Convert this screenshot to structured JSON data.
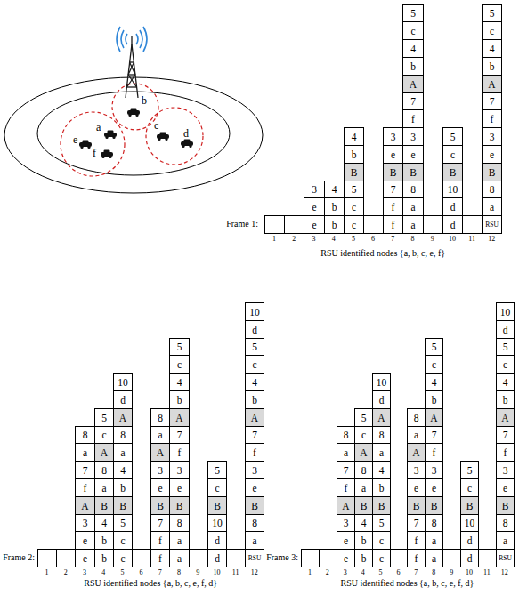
{
  "diagram": {
    "labels": [
      "b",
      "a",
      "c",
      "d",
      "e",
      "f",
      "Frame 1:",
      "e",
      "e",
      "3",
      "b",
      "b",
      "4",
      "c",
      "c",
      "5",
      "B",
      "b",
      "4",
      "f",
      "f",
      "7",
      "B",
      "e",
      "3",
      "a",
      "a",
      "8",
      "B",
      "e",
      "3",
      "f",
      "7",
      "A",
      "b",
      "4",
      "c",
      "5",
      "d",
      "d",
      "10",
      "B",
      "c",
      "5",
      "RSU",
      "a",
      "8",
      "B",
      "e",
      "3",
      "f",
      "7",
      "A",
      "b",
      "4",
      "c",
      "5",
      "1",
      "2",
      "3",
      "4",
      "5",
      "6",
      "7",
      "8",
      "9",
      "10",
      "11",
      "12",
      "RSU identified nodes {a, b, c, e, f}",
      "Frame 2:",
      "e",
      "e",
      "3",
      "A",
      "f",
      "7",
      "a",
      "8",
      "b",
      "b",
      "4",
      "B",
      "a",
      "8",
      "A",
      "c",
      "5",
      "c",
      "c",
      "5",
      "B",
      "b",
      "4",
      "a",
      "8",
      "A",
      "d",
      "10",
      "f",
      "f",
      "7",
      "B",
      "e",
      "3",
      "A",
      "a",
      "8",
      "a",
      "a",
      "8",
      "B",
      "e",
      "3",
      "f",
      "7",
      "A",
      "b",
      "4",
      "c",
      "5",
      "d",
      "d",
      "10",
      "B",
      "c",
      "5",
      "RSU",
      "a",
      "8",
      "B",
      "e",
      "3",
      "f",
      "7",
      "A",
      "b",
      "4",
      "c",
      "5",
      "d",
      "10",
      "1",
      "2",
      "3",
      "4",
      "5",
      "6",
      "7",
      "8",
      "9",
      "10",
      "11",
      "12",
      "RSU identified nodes {a, b, c, e, f, d}",
      "Frame 3:",
      "e",
      "e",
      "3",
      "A",
      "f",
      "7",
      "a",
      "8",
      "b",
      "b",
      "4",
      "B",
      "a",
      "8",
      "A",
      "c",
      "5",
      "c",
      "c",
      "5",
      "B",
      "b",
      "4",
      "a",
      "8",
      "A",
      "d",
      "10",
      "f",
      "f",
      "7",
      "B",
      "e",
      "3",
      "A",
      "a",
      "8",
      "a",
      "a",
      "8",
      "B",
      "e",
      "3",
      "f",
      "7",
      "A",
      "b",
      "4",
      "c",
      "5",
      "d",
      "d",
      "10",
      "B",
      "c",
      "5",
      "RSU",
      "a",
      "8",
      "B",
      "e",
      "3",
      "f",
      "7",
      "A",
      "b",
      "4",
      "c",
      "5",
      "d",
      "10",
      "1",
      "2",
      "3",
      "4",
      "5",
      "6",
      "7",
      "8",
      "9",
      "10",
      "11",
      "12",
      "RSU identified nodes {a, b, c, e, f, d}"
    ]
  }
}
